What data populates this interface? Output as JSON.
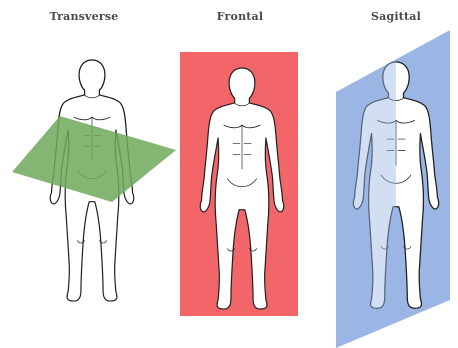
{
  "planes": [
    {
      "label": "Transverse",
      "color": "#6fa85a"
    },
    {
      "label": "Frontal",
      "color": "#f2666a"
    },
    {
      "label": "Sagittal",
      "color": "#9bb6e4"
    }
  ],
  "figure": {
    "fill": "#ffffff",
    "stroke": "#1f1f1f"
  }
}
